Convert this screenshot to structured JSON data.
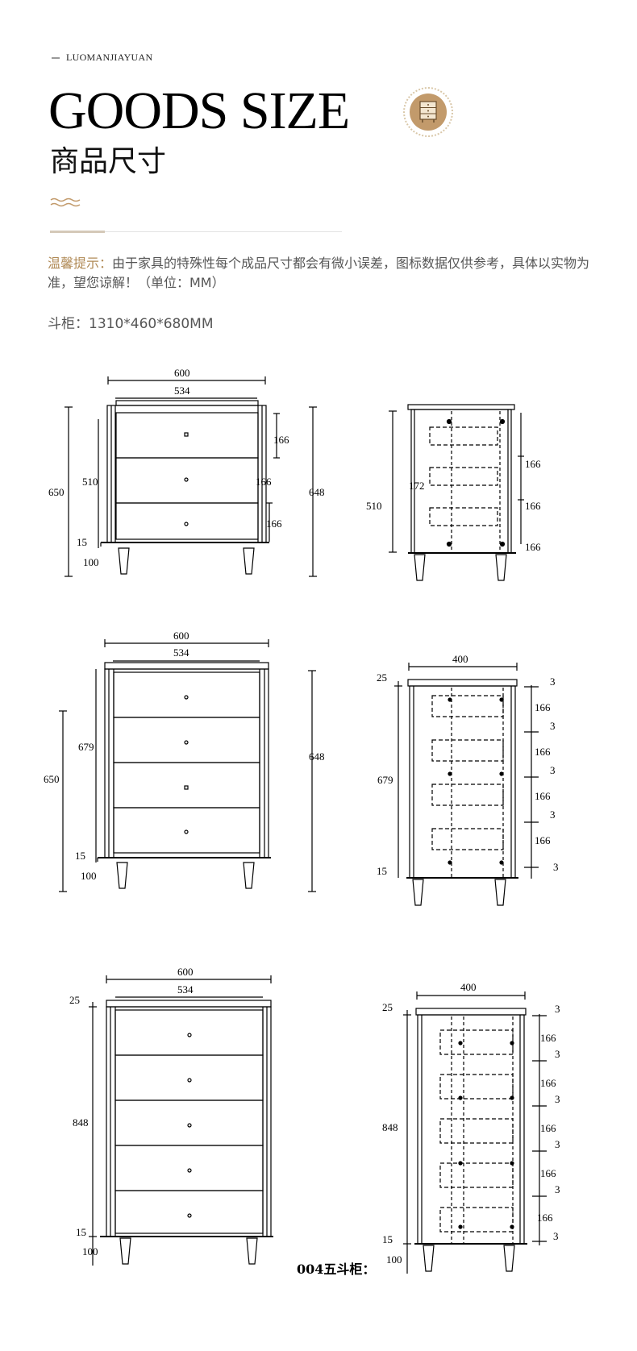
{
  "brand": "LUOMANJIAYUAN",
  "title_en": "GOODS SIZE",
  "title_cn": "商品尺寸",
  "icon": "drawer-cabinet-icon",
  "notice": {
    "label": "温馨提示：",
    "text": "由于家具的特殊性每个成品尺寸都会有微小误差，图标数据仅供参考，具体以实物为准，望您谅解！（单位：MM）"
  },
  "spec": "斗柜：1310*460*680MM",
  "caption": "004五斗柜：",
  "colors": {
    "accent": "#b08a56",
    "icon_bg": "#c29a6b"
  },
  "dims": {
    "r1_front": {
      "w_total": "600",
      "w_inner": "534",
      "h_total": "650",
      "h_body": "510",
      "h_side": "648",
      "base": "15",
      "leg": "100",
      "drawer": [
        "166",
        "166",
        "166"
      ]
    },
    "r1_side": {
      "h": "510",
      "inner": "172",
      "drawer": [
        "166",
        "166",
        "166"
      ]
    },
    "r2_front": {
      "w_total": "600",
      "w_inner": "534",
      "h_total": "650",
      "h_body": "679",
      "h_side": "648",
      "base": "15",
      "leg": "100"
    },
    "r2_side": {
      "w": "400",
      "top": "25",
      "h": "679",
      "base": "15",
      "gap": "3",
      "drawer": "166"
    },
    "r3_front": {
      "w_total": "600",
      "w_inner": "534",
      "top": "25",
      "h": "848",
      "base": "15",
      "leg": "100"
    },
    "r3_side": {
      "w": "400",
      "top": "25",
      "h": "848",
      "base": "15",
      "leg": "100",
      "gap": "3",
      "drawer": "166"
    }
  }
}
